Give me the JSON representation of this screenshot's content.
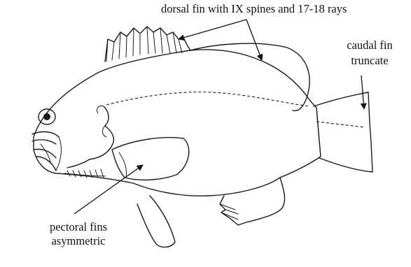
{
  "labels": {
    "dorsal": "dorsal fin with IX spines and 17-18 rays",
    "caudal_line1": "caudal fin",
    "caudal_line2": "truncate",
    "pectoral_line1": "pectoral fins",
    "pectoral_line2": "asymmetric"
  },
  "colors": {
    "ink": "#1a1a1a",
    "background": "#ffffff"
  }
}
